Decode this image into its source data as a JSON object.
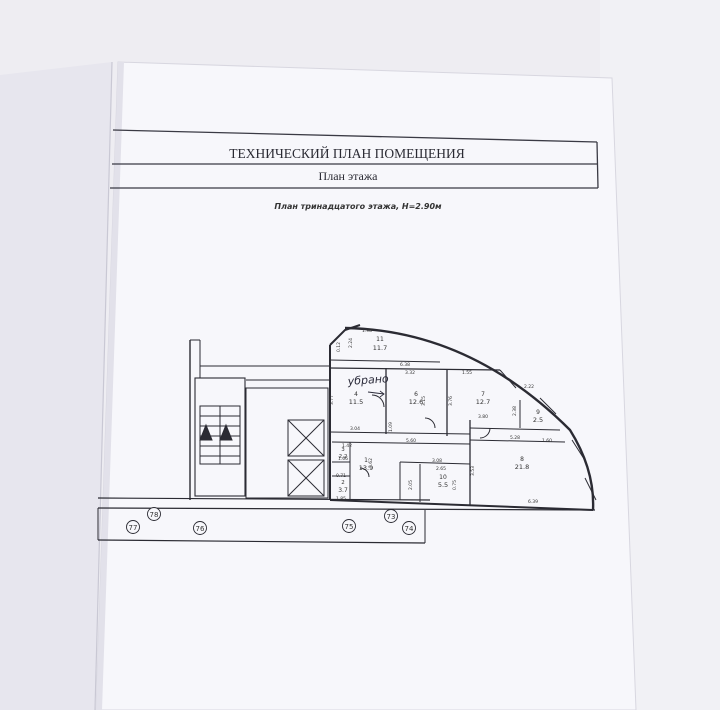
{
  "document": {
    "title": "ТЕХНИЧЕСКИЙ ПЛАН ПОМЕЩЕНИЯ",
    "subtitle": "План этажа",
    "floor_heading": "План тринадцатого этажа, Н=2.90м"
  },
  "handwritten_note": "убрано",
  "axis_labels": [
    "77",
    "78",
    "76",
    "75",
    "73",
    "74"
  ],
  "rooms": [
    {
      "num": "1",
      "area": "13.9"
    },
    {
      "num": "2",
      "area": "3.7"
    },
    {
      "num": "3",
      "area": "2.2"
    },
    {
      "num": "4",
      "area": "11.5"
    },
    {
      "num": "6",
      "area": "12.6"
    },
    {
      "num": "7",
      "area": "12.7"
    },
    {
      "num": "8",
      "area": "21.8"
    },
    {
      "num": "9",
      "area": "2.5"
    },
    {
      "num": "10",
      "area": "5.5"
    },
    {
      "num": "11",
      "area": "11.7"
    }
  ],
  "dimensions": [
    "6.38",
    "3.77",
    "3.04",
    "5.60",
    "5.28",
    "3.80",
    "3.76",
    "3.32",
    "3.08",
    "6.39",
    "1.85",
    "2.38",
    "2.22",
    "3.53",
    "3.62",
    "1.42",
    "1.66",
    "0.71",
    "2.65",
    "2.05",
    "0.75",
    "1.55",
    "1.09",
    "1.60",
    "3.15",
    "2.24",
    "0.12",
    "1.98"
  ]
}
